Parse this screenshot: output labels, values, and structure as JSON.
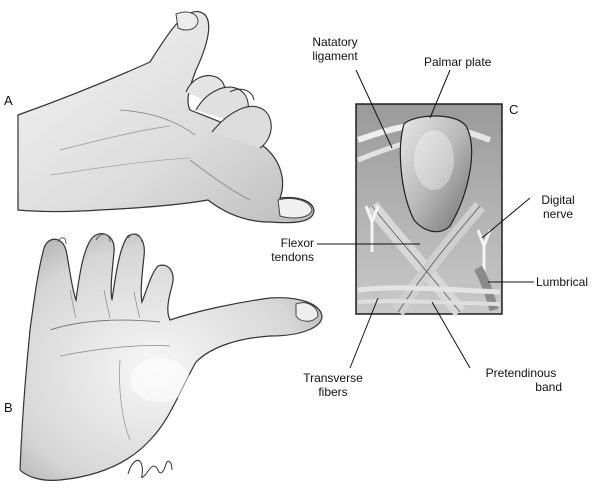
{
  "panels": {
    "a": "A",
    "b": "B",
    "c": "C"
  },
  "labels": {
    "natatory_ligament": [
      "Natatory",
      "ligament"
    ],
    "palmar_plate": [
      "Palmar plate"
    ],
    "digital_nerve": [
      "Digital",
      "nerve"
    ],
    "flexor_tendons": [
      "Flexor",
      "tendons"
    ],
    "lumbrical": [
      "Lumbrical"
    ],
    "transverse_fibers": [
      "Transverse",
      "fibers"
    ],
    "pretendinous_band": [
      "Pretendinous",
      "band"
    ]
  },
  "illustrations": {
    "hand_a": "hand-flexed-fingers-drawing",
    "hand_b": "hand-palm-open-drawing",
    "detail_c": "palmar-anatomy-detail-drawing",
    "signature": "artist-signature"
  }
}
